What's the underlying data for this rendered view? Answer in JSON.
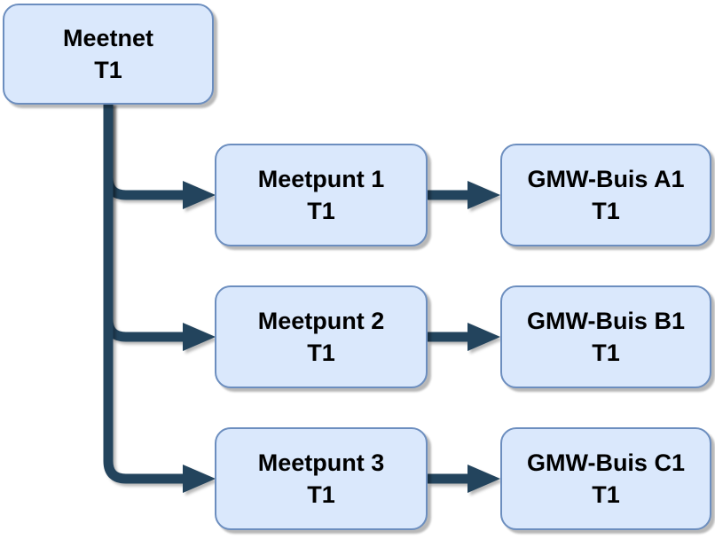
{
  "diagram": {
    "nodes": {
      "meetnet": {
        "title": "Meetnet",
        "subtitle": "T1"
      },
      "meetpunt1": {
        "title": "Meetpunt 1",
        "subtitle": "T1"
      },
      "meetpunt2": {
        "title": "Meetpunt 2",
        "subtitle": "T1"
      },
      "meetpunt3": {
        "title": "Meetpunt 3",
        "subtitle": "T1"
      },
      "buisA1": {
        "title": "GMW-Buis A1",
        "subtitle": "T1"
      },
      "buisB1": {
        "title": "GMW-Buis B1",
        "subtitle": "T1"
      },
      "buisC1": {
        "title": "GMW-Buis C1",
        "subtitle": "T1"
      }
    },
    "edges": [
      {
        "from": "meetnet",
        "to": "meetpunt1"
      },
      {
        "from": "meetnet",
        "to": "meetpunt2"
      },
      {
        "from": "meetnet",
        "to": "meetpunt3"
      },
      {
        "from": "meetpunt1",
        "to": "buisA1"
      },
      {
        "from": "meetpunt2",
        "to": "buisB1"
      },
      {
        "from": "meetpunt3",
        "to": "buisC1"
      }
    ],
    "colors": {
      "node_fill": "#dae8fc",
      "node_border": "#6c8ebf",
      "edge": "#23445d",
      "text": "#000000"
    }
  }
}
